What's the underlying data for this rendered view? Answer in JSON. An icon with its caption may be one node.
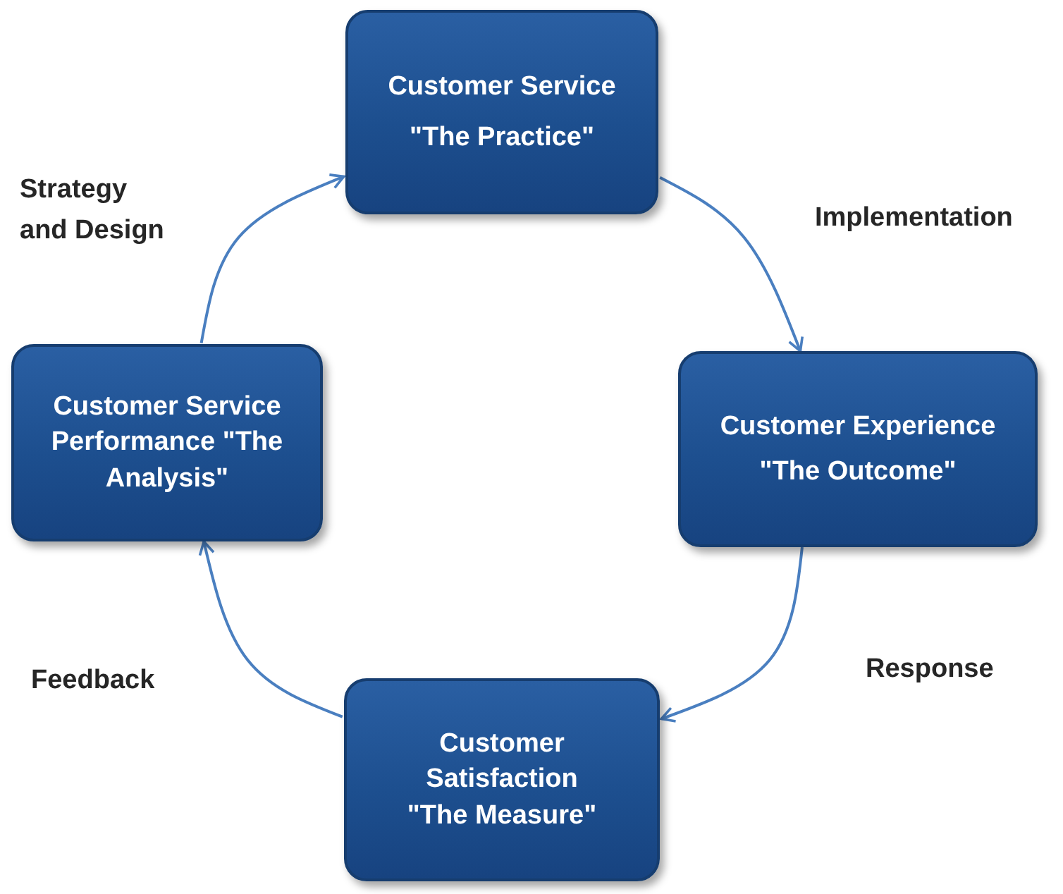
{
  "diagram": {
    "nodes": [
      {
        "text": [
          "Customer Service",
          "\"The Practice\""
        ]
      },
      {
        "text": [
          "Customer Experience",
          "\"The Outcome\""
        ]
      },
      {
        "text": [
          "Customer Satisfaction",
          "\"The Measure\""
        ]
      },
      {
        "text": [
          "Customer Service Performance \"The Analysis\""
        ]
      }
    ],
    "edges": [
      {
        "from": 0,
        "to": 1,
        "arrow": "to",
        "label": "Implementation"
      },
      {
        "from": 1,
        "to": 2,
        "arrow": "to",
        "label": "Response"
      },
      {
        "from": 2,
        "to": 3,
        "arrow": "to",
        "label": "Feedback"
      },
      {
        "from": 3,
        "to": 0,
        "arrow": "to",
        "label": "Strategy and Design"
      }
    ]
  }
}
